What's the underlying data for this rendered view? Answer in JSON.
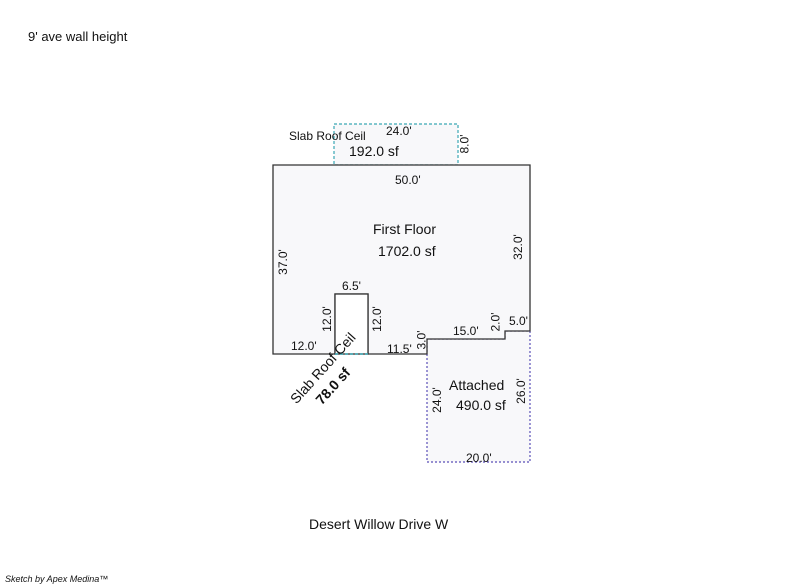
{
  "wall_note": "9' ave wall height",
  "street": "Desert Willow Drive W",
  "credit": "Sketch by Apex Medina™",
  "colors": {
    "main_outline": "#333333",
    "teal_outline": "#3aa7b5",
    "purple_outline": "#5a4fb8",
    "fill": "#f8f8fa"
  },
  "areas": {
    "first_floor": {
      "name": "First Floor",
      "area": "1702.0 sf"
    },
    "slab_top": {
      "name": "Slab Roof Ceil",
      "area": "192.0 sf"
    },
    "slab_small": {
      "name": "Slab Roof Ceil",
      "area": "78.0 sf"
    },
    "attached": {
      "name": "Attached",
      "area": "490.0 sf"
    }
  },
  "dims": {
    "top_24": "24.0'",
    "top_8": "8.0'",
    "ff_50": "50.0'",
    "ff_37": "37.0'",
    "ff_32": "32.0'",
    "inset_6_5": "6.5'",
    "inset_12_left": "12.0'",
    "inset_12_right": "12.0'",
    "bottom_12": "12.0'",
    "bottom_11_5": "11.5'",
    "step_3": "3.0'",
    "step_15": "15.0'",
    "step_2": "2.0'",
    "step_5": "5.0'",
    "att_24": "24.0'",
    "att_26": "26.0'",
    "att_20": "20.0'"
  }
}
